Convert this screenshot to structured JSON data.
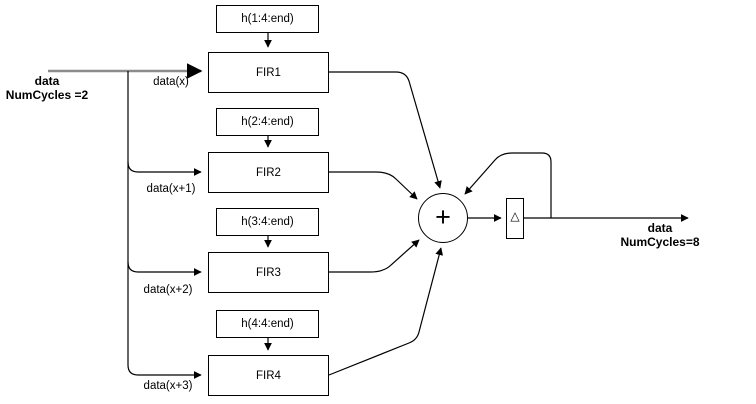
{
  "diagram": {
    "title_semantic": "polyphase-fir-filter-block-diagram",
    "input": {
      "label": "data\nNumCycles =2"
    },
    "output": {
      "label": "data\nNumCycles=8"
    },
    "branches": [
      {
        "tap_label": "data(x)",
        "coeff_label": "h(1:4:end)",
        "fir_label": "FIR1"
      },
      {
        "tap_label": "data(x+1)",
        "coeff_label": "h(2:4:end)",
        "fir_label": "FIR2"
      },
      {
        "tap_label": "data(x+2)",
        "coeff_label": "h(3:4:end)",
        "fir_label": "FIR3"
      },
      {
        "tap_label": "data(x+3)",
        "coeff_label": "h(4:4:end)",
        "fir_label": "FIR4"
      }
    ],
    "sum_symbol": "+",
    "delay_symbol": "△",
    "colors": {
      "wire": "#000000",
      "trunk_wire": "#8c8c8c",
      "box_border": "#000000",
      "box_fill": "#ffffff",
      "background": "#ffffff"
    }
  }
}
